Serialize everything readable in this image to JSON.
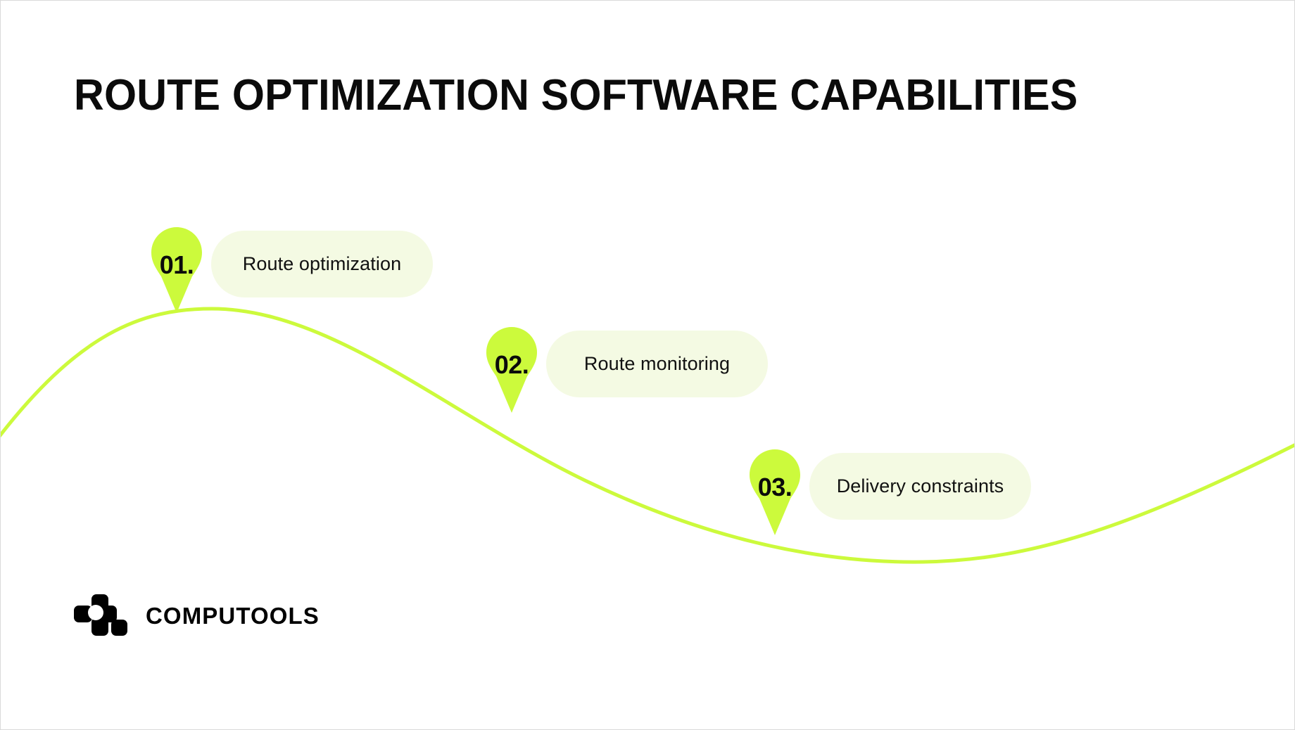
{
  "slide": {
    "title": "ROUTE OPTIMIZATION SOFTWARE CAPABILITIES",
    "background_color": "#FFFFFF",
    "border_color": "#D9D9D9"
  },
  "theme": {
    "accent_lime": "#CCFA3C",
    "pill_background": "#F4FAE3",
    "text_color": "#0B0B0B",
    "curve_color": "#CCFA3C"
  },
  "capabilities": [
    {
      "number": "01.",
      "label": "Route optimization",
      "pin_color": "#CCFA3C",
      "pill_color": "#F4FAE3"
    },
    {
      "number": "02.",
      "label": "Route monitoring",
      "pin_color": "#CCFA3C",
      "pill_color": "#F4FAE3"
    },
    {
      "number": "03.",
      "label": "Delivery constraints",
      "pin_color": "#CCFA3C",
      "pill_color": "#F4FAE3"
    }
  ],
  "logo": {
    "wordmark": "COMPUTOOLS",
    "mark_color": "#000000"
  }
}
